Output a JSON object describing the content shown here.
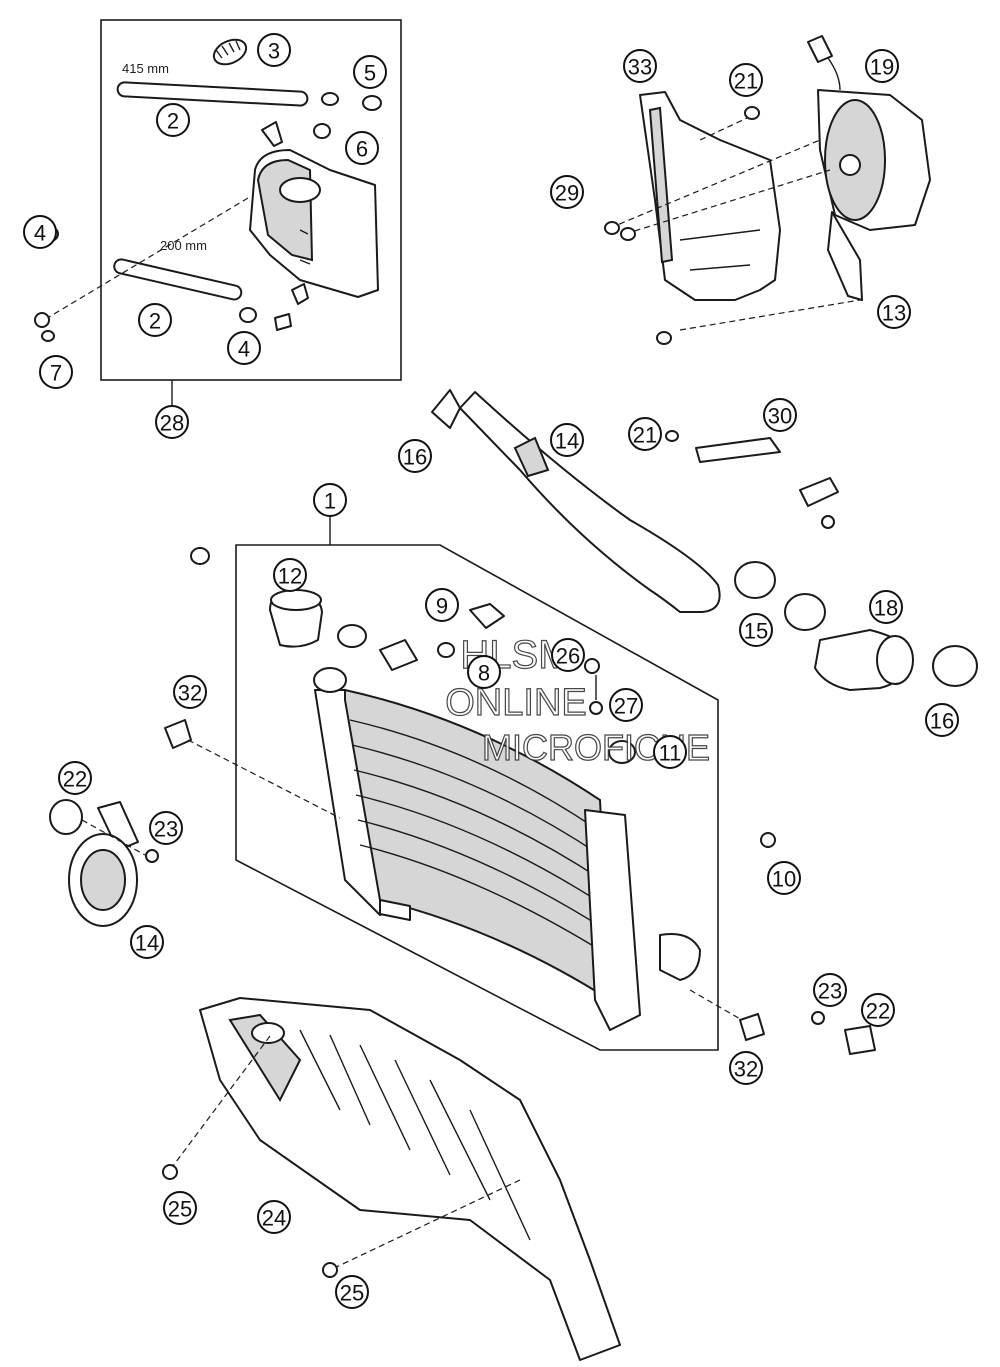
{
  "diagram": {
    "dimensions": {
      "hose_long": "415 mm",
      "hose_short": "200 mm"
    },
    "watermark": {
      "line1": "HLSM",
      "line2": "ONLINE",
      "line3": "MICROFICHE"
    },
    "callouts": [
      {
        "id": "c3",
        "label": "3"
      },
      {
        "id": "c2a",
        "label": "2"
      },
      {
        "id": "c5",
        "label": "5"
      },
      {
        "id": "c6",
        "label": "6"
      },
      {
        "id": "c4a",
        "label": "4"
      },
      {
        "id": "c2b",
        "label": "2"
      },
      {
        "id": "c4b",
        "label": "4"
      },
      {
        "id": "c7",
        "label": "7"
      },
      {
        "id": "c28",
        "label": "28"
      },
      {
        "id": "c33",
        "label": "33"
      },
      {
        "id": "c21a",
        "label": "21"
      },
      {
        "id": "c19",
        "label": "19"
      },
      {
        "id": "c29",
        "label": "29"
      },
      {
        "id": "c13",
        "label": "13"
      },
      {
        "id": "c16a",
        "label": "16"
      },
      {
        "id": "c14a",
        "label": "14"
      },
      {
        "id": "c21b",
        "label": "21"
      },
      {
        "id": "c30",
        "label": "30"
      },
      {
        "id": "c1",
        "label": "1"
      },
      {
        "id": "c12",
        "label": "12"
      },
      {
        "id": "c9",
        "label": "9"
      },
      {
        "id": "c8",
        "label": "8"
      },
      {
        "id": "c26",
        "label": "26"
      },
      {
        "id": "c27",
        "label": "27"
      },
      {
        "id": "c11",
        "label": "11"
      },
      {
        "id": "c15",
        "label": "15"
      },
      {
        "id": "c18",
        "label": "18"
      },
      {
        "id": "c16b",
        "label": "16"
      },
      {
        "id": "c32a",
        "label": "32"
      },
      {
        "id": "c22a",
        "label": "22"
      },
      {
        "id": "c23a",
        "label": "23"
      },
      {
        "id": "c14b",
        "label": "14"
      },
      {
        "id": "c10",
        "label": "10"
      },
      {
        "id": "c23b",
        "label": "23"
      },
      {
        "id": "c22b",
        "label": "22"
      },
      {
        "id": "c32b",
        "label": "32"
      },
      {
        "id": "c25a",
        "label": "25"
      },
      {
        "id": "c24",
        "label": "24"
      },
      {
        "id": "c25b",
        "label": "25"
      }
    ]
  }
}
